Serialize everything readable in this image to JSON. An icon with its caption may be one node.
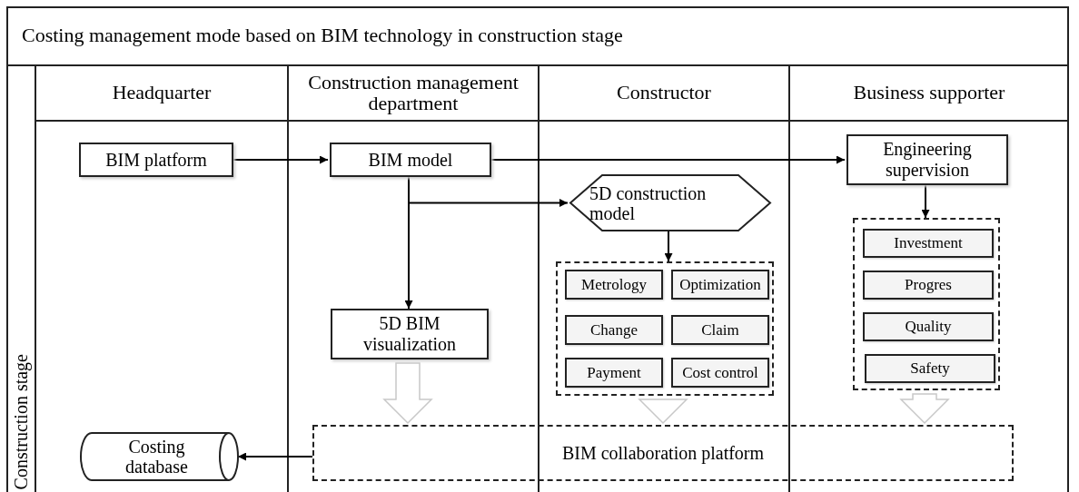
{
  "diagram": {
    "title": "Costing management mode based on BIM technology in construction stage",
    "nodes": [
      {
        "text": [
          "Construction stage"
        ]
      },
      {
        "text": [
          "Headquarter"
        ]
      },
      {
        "text": [
          "Construction management department"
        ]
      },
      {
        "text": [
          "Constructor"
        ]
      },
      {
        "text": [
          "Business supporter"
        ]
      },
      {
        "text": [
          "BIM platform"
        ],
        "in": 1
      },
      {
        "text": [
          "BIM model"
        ],
        "in": 2
      },
      {
        "text": [
          "5D BIM visualization"
        ],
        "in": 2
      },
      {
        "text": [
          "Costing database"
        ],
        "in": 1
      },
      {
        "text": [
          "5D construction model"
        ],
        "in": 3
      },
      {
        "text": [],
        "shape": "box",
        "in": 3
      },
      {
        "text": [
          "Metrology"
        ],
        "in": 10
      },
      {
        "text": [
          "Optimization"
        ],
        "in": 10
      },
      {
        "text": [
          "Change"
        ],
        "in": 10
      },
      {
        "text": [
          "Claim"
        ],
        "in": 10
      },
      {
        "text": [
          "Payment"
        ],
        "in": 10
      },
      {
        "text": [
          "Cost control"
        ],
        "in": 10
      },
      {
        "text": [
          "Engineering supervision"
        ],
        "in": 4
      },
      {
        "text": [],
        "shape": "box",
        "in": 4
      },
      {
        "text": [
          "Investment"
        ],
        "in": 18
      },
      {
        "text": [
          "Progres"
        ],
        "in": 18
      },
      {
        "text": [
          "Quality"
        ],
        "in": 18
      },
      {
        "text": [
          "Safety"
        ],
        "in": 18
      },
      {
        "text": [
          "BIM collaboration platform"
        ]
      }
    ],
    "edges": [
      {
        "from": 5,
        "to": 6,
        "arrow": "to"
      },
      {
        "from": 6,
        "to": 17,
        "arrow": "to"
      },
      {
        "from": 6,
        "to": 9,
        "arrow": "to"
      },
      {
        "from": 6,
        "to": 7,
        "arrow": "to"
      },
      {
        "from": 9,
        "to": 10,
        "arrow": "to"
      },
      {
        "from": 17,
        "to": 18,
        "arrow": "to"
      },
      {
        "from": 7,
        "to": 23,
        "arrow": "to",
        "style": "thick",
        "color": "#c8c8c8"
      },
      {
        "from": 10,
        "to": 23,
        "arrow": "to",
        "style": "thick",
        "color": "#c8c8c8"
      },
      {
        "from": 18,
        "to": 23,
        "arrow": "to",
        "style": "thick",
        "color": "#c8c8c8"
      },
      {
        "from": 23,
        "to": 8,
        "arrow": "to"
      }
    ]
  }
}
